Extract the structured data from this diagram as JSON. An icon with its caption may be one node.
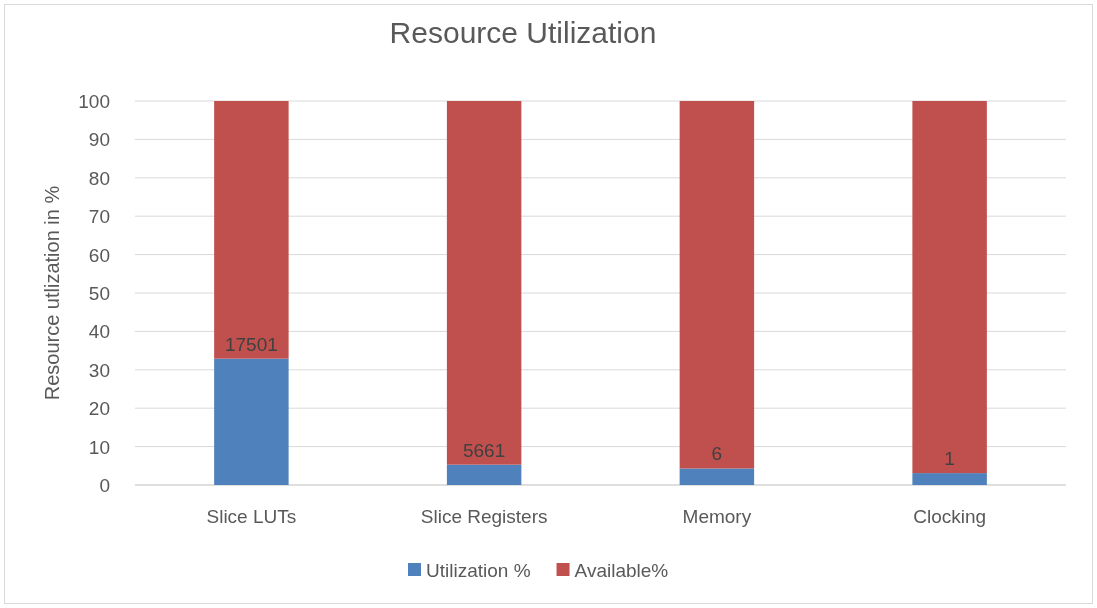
{
  "diagram": {
    "chart_data": {
      "type": "bar",
      "title": "Resource Utilization",
      "ylabel": "Resource utlization in %",
      "stacked": true,
      "orientation": "vertical",
      "grid": true,
      "legend": true,
      "categories": [
        "Slice LUTs",
        "Slice Registers",
        "Memory",
        "Clocking"
      ],
      "series": [
        {
          "name": "Utilization %",
          "color": "#4f81bd",
          "values": [
            32.9,
            5.3,
            4.3,
            3.1
          ]
        },
        {
          "name": "Available%",
          "color": "#c0504d",
          "values": [
            67.1,
            94.7,
            95.7,
            96.9
          ]
        }
      ],
      "annotations": [
        {
          "text": "17501",
          "x": "Slice LUTs",
          "y": 32.9
        },
        {
          "text": "5661",
          "x": "Slice Registers",
          "y": 5.3
        },
        {
          "text": "6",
          "x": "Memory",
          "y": 4.3
        },
        {
          "text": "1",
          "x": "Clocking",
          "y": 3.1
        }
      ],
      "ylim": [
        0,
        100
      ],
      "yticks": [
        0,
        10,
        20,
        30,
        40,
        50,
        60,
        70,
        80,
        90,
        100
      ]
    }
  }
}
